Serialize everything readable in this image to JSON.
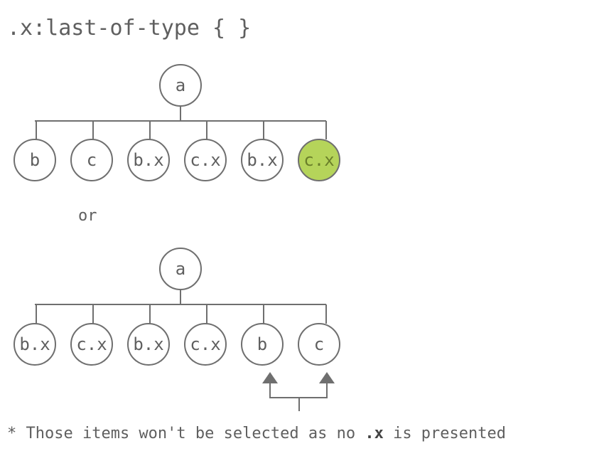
{
  "title": ".x:last-of-type { }",
  "separator": "or",
  "colors": {
    "stroke": "#6f6f6f",
    "text": "#5f5f5f",
    "highlight": "#b5d45a"
  },
  "tree1": {
    "root": "a",
    "children": [
      {
        "label": "b",
        "selected": false
      },
      {
        "label": "c",
        "selected": false
      },
      {
        "label": "b.x",
        "selected": false
      },
      {
        "label": "c.x",
        "selected": false
      },
      {
        "label": "b.x",
        "selected": false
      },
      {
        "label": "c.x",
        "selected": true
      }
    ]
  },
  "tree2": {
    "root": "a",
    "children": [
      {
        "label": "b.x",
        "selected": false
      },
      {
        "label": "c.x",
        "selected": false
      },
      {
        "label": "b.x",
        "selected": false
      },
      {
        "label": "c.x",
        "selected": false
      },
      {
        "label": "b",
        "selected": false
      },
      {
        "label": "c",
        "selected": false
      }
    ]
  },
  "note": {
    "prefix": "* Those items won't be selected as no ",
    "emphasis": ".x",
    "suffix": " is presented"
  }
}
